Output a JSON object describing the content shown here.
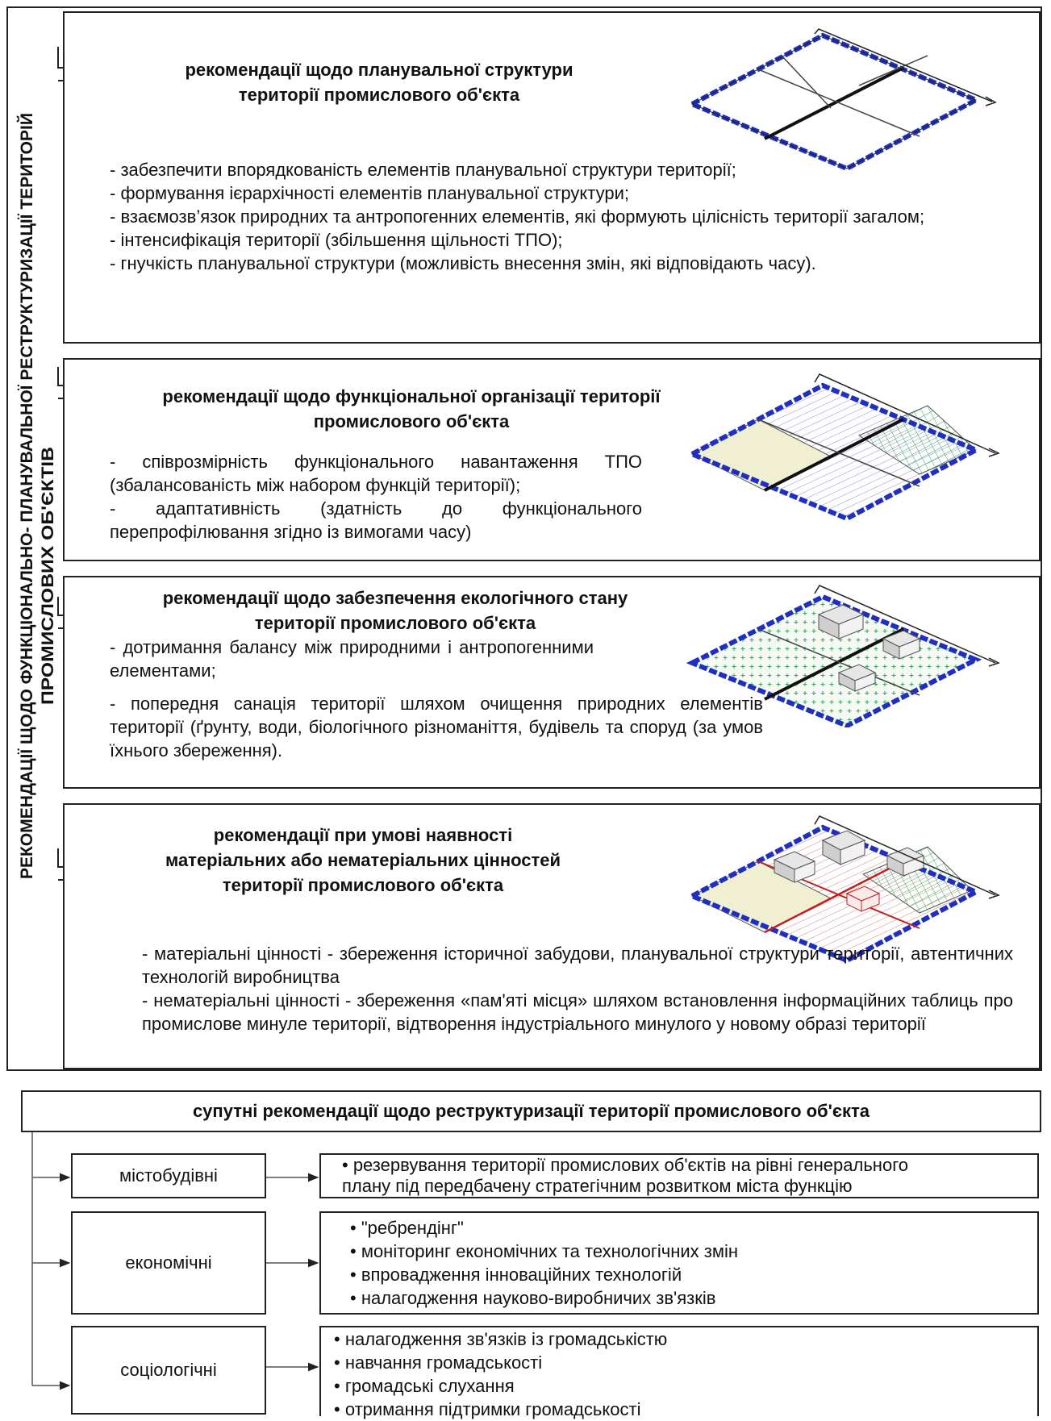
{
  "side_label": {
    "line1": "РЕКОМЕНДАЦІЇ ЩОДО ФУНКЦІОНАЛЬНО- ПЛАНУВАЛЬНОЇ РЕСТРУКТУРИЗАЦІЇ ТЕРИТОРІЙ",
    "line2": "ПРОМИСЛОВИХ ОБ'ЄКТІВ"
  },
  "sections": [
    {
      "title_line1": "рекомендації щодо планувальної структури",
      "title_line2": "території промислового об'єкта",
      "items": [
        "- забезпечити впорядкованість елементів планувальної структури території;",
        "- формування ієрархічності елементів планувальної структури;",
        "- взаємозв’язок природних та антропогенних елементів, які формують цілісність території загалом;",
        "- інтенсифікація території (збільшення щільності ТПО);",
        "- гнучкість планувальної структури (можливість внесення змін, які відповідають часу)."
      ]
    },
    {
      "title_line1": "рекомендації щодо функціональної організації території",
      "title_line2": "промислового об'єкта",
      "items": [
        "- співрозмірність функціонального навантаження ТПО (збалансованість між набором функцій території);",
        "- адаптативність (здатність до функціонального перепрофілювання згідно із вимогами часу)"
      ]
    },
    {
      "title_line1": "рекомендації щодо забезпечення екологічного стану",
      "title_line2": "території промислового об'єкта",
      "items": [
        "- дотримання балансу між природними і антропогенними елементами;",
        "- попередня санація території шляхом очищення природних елементів території (ґрунту, води, біологічного різноманіття, будівель та споруд (за умов їхнього збереження)."
      ]
    },
    {
      "title_line1": "рекомендації при умові наявності",
      "title_line2": "матеріальних або нематеріальних цінностей",
      "title_line3": "території промислового об'єкта",
      "items": [
        "- матеріальні цінності - збереження історичної забудови, планувальної структури території, автентичних технологій виробництва",
        "- нематеріальні цінності - збереження «пам'яті місця» шляхом встановлення інформаційних таблиць про промислове минуле території, відтворення індустріального минулого у новому образі території"
      ]
    }
  ],
  "accompanying": {
    "title": "супутні рекомендації щодо реструктуризації території промислового об'єкта",
    "groups": [
      {
        "category": "містобудівні",
        "items": [
          "• резервування території промислових об'єктів на рівні генерального",
          "плану під передбачену стратегічним розвитком міста функцію"
        ]
      },
      {
        "category": "економічні",
        "items": [
          "• \"ребрендінг\"",
          "• моніторинг економічних та технологічних змін",
          "• впровадження інноваційних технологій",
          "• налагодження науково-виробничих зв'язків"
        ]
      },
      {
        "category": "соціологічні",
        "items": [
          "• налагодження зв'язків із громадськістю",
          "• навчання громадськості",
          "• громадські слухання",
          "• отримання підтримки громадськості"
        ]
      }
    ]
  },
  "colors": {
    "border_blue": "#1f2fbf",
    "hatch_purple": "#9a88c8",
    "beige": "#f1efd2",
    "grid_green": "#3aa55a",
    "heritage_red": "#c02020"
  }
}
